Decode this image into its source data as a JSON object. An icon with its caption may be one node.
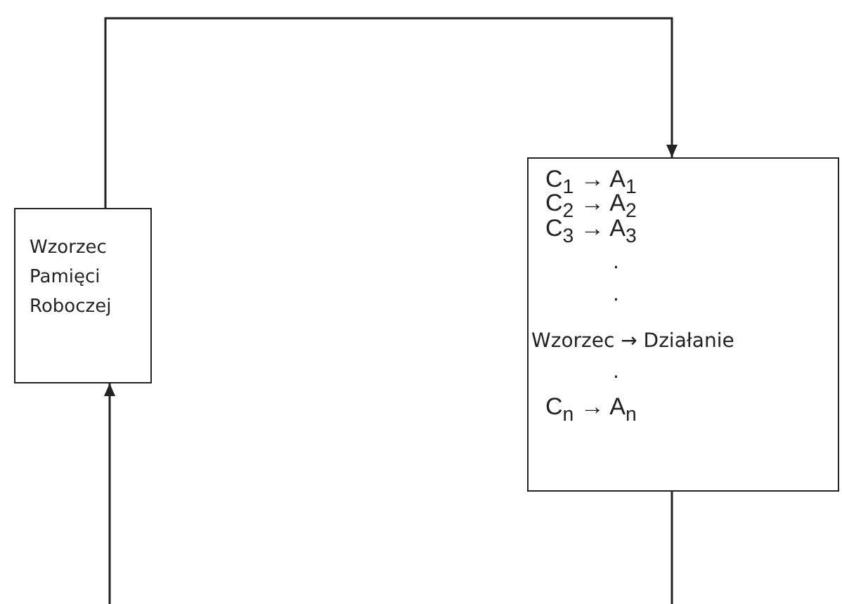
{
  "diagram": {
    "nodes": [
      {
        "text": [
          "Wzorzec Pamięci Roboczej"
        ]
      },
      {
        "text": [
          "C$_{1}$ → A$_{1}$",
          "C$_{2}$ → A$_{2}$",
          "C$_{3}$ → A$_{3}$",
          ".",
          ".",
          "Wzorzec → Działanie",
          ".",
          "C$_{n}$ → A$_{n}$"
        ]
      }
    ],
    "edges": [
      {
        "from": 0,
        "to": 1,
        "arrow": "to"
      },
      {
        "from": 1,
        "to": null,
        "arrow": "none"
      },
      {
        "from": null,
        "to": 0,
        "arrow": "to"
      }
    ]
  }
}
